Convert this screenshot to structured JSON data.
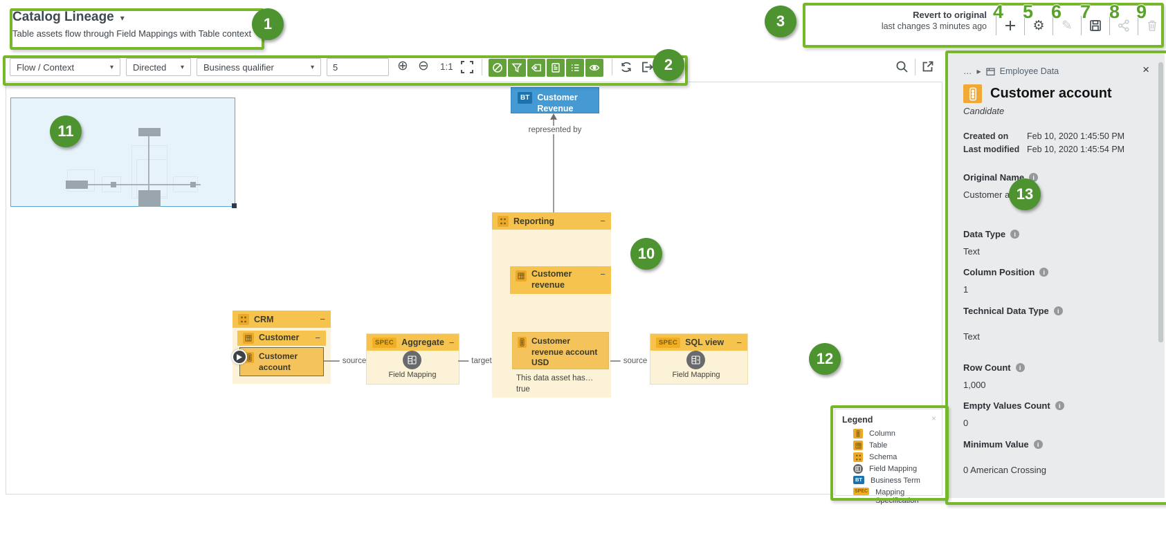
{
  "header": {
    "title": "Catalog Lineage",
    "subtitle": "Table assets flow through Field Mappings with Table context",
    "revert_label": "Revert to original",
    "revert_sub": "last changes 3 minutes ago"
  },
  "toolbar": {
    "view_select": "Flow / Context",
    "direction_select": "Directed",
    "qualifier_select": "Business qualifier",
    "depth_value": "5",
    "zoom_ratio": "1:1"
  },
  "ui": {
    "caret": "▾",
    "minus": "−",
    "close": "×",
    "ellipsis": "…",
    "crumb_arrow": "▶",
    "info": "i"
  },
  "diagram": {
    "bt": {
      "badge": "BT",
      "label": "Customer Revenue"
    },
    "edges": {
      "represented_by": "represented by",
      "source": "source",
      "target": "target"
    },
    "crm": {
      "title": "CRM",
      "table": "Customer",
      "column": "Customer account"
    },
    "aggregate": {
      "badge": "SPEC",
      "title": "Aggregate",
      "fm": "Field Mapping"
    },
    "reporting": {
      "title": "Reporting",
      "table": "Customer revenue",
      "column": "Customer revenue account USD",
      "note1": "This data asset has…",
      "note2": "true"
    },
    "sqlview": {
      "badge": "SPEC",
      "title": "SQL view",
      "fm": "Field Mapping"
    }
  },
  "legend": {
    "title": "Legend",
    "chips": {
      "bt": "BT",
      "spec": "SPEC"
    },
    "items": [
      {
        "label": "Column"
      },
      {
        "label": "Table"
      },
      {
        "label": "Schema"
      },
      {
        "label": "Field Mapping"
      },
      {
        "label": "Business Term"
      },
      {
        "label": "Mapping Specification"
      }
    ]
  },
  "panel": {
    "breadcrumb": "Employee Data",
    "title": "Customer account",
    "status": "Candidate",
    "created_label": "Created on",
    "created_value": "Feb 10, 2020 1:45:50 PM",
    "modified_label": "Last modified",
    "modified_value": "Feb 10, 2020 1:45:54 PM",
    "fields": [
      {
        "label": "Original Name",
        "value": "Customer account"
      },
      {
        "label": "Data Type",
        "value": "Text"
      },
      {
        "label": "Column Position",
        "value": "1"
      },
      {
        "label": "Technical Data Type",
        "value": "Text"
      },
      {
        "label": "Row Count",
        "value": "1,000"
      },
      {
        "label": "Empty Values Count",
        "value": "0"
      },
      {
        "label": "Minimum Value",
        "value": "0 American Crossing"
      }
    ]
  },
  "callouts": {
    "c1": "1",
    "c2": "2",
    "c3": "3",
    "c4": "4",
    "c5": "5",
    "c6": "6",
    "c7": "7",
    "c8": "8",
    "c9": "9",
    "c10": "10",
    "c11": "11",
    "c12": "12",
    "c13": "13"
  }
}
